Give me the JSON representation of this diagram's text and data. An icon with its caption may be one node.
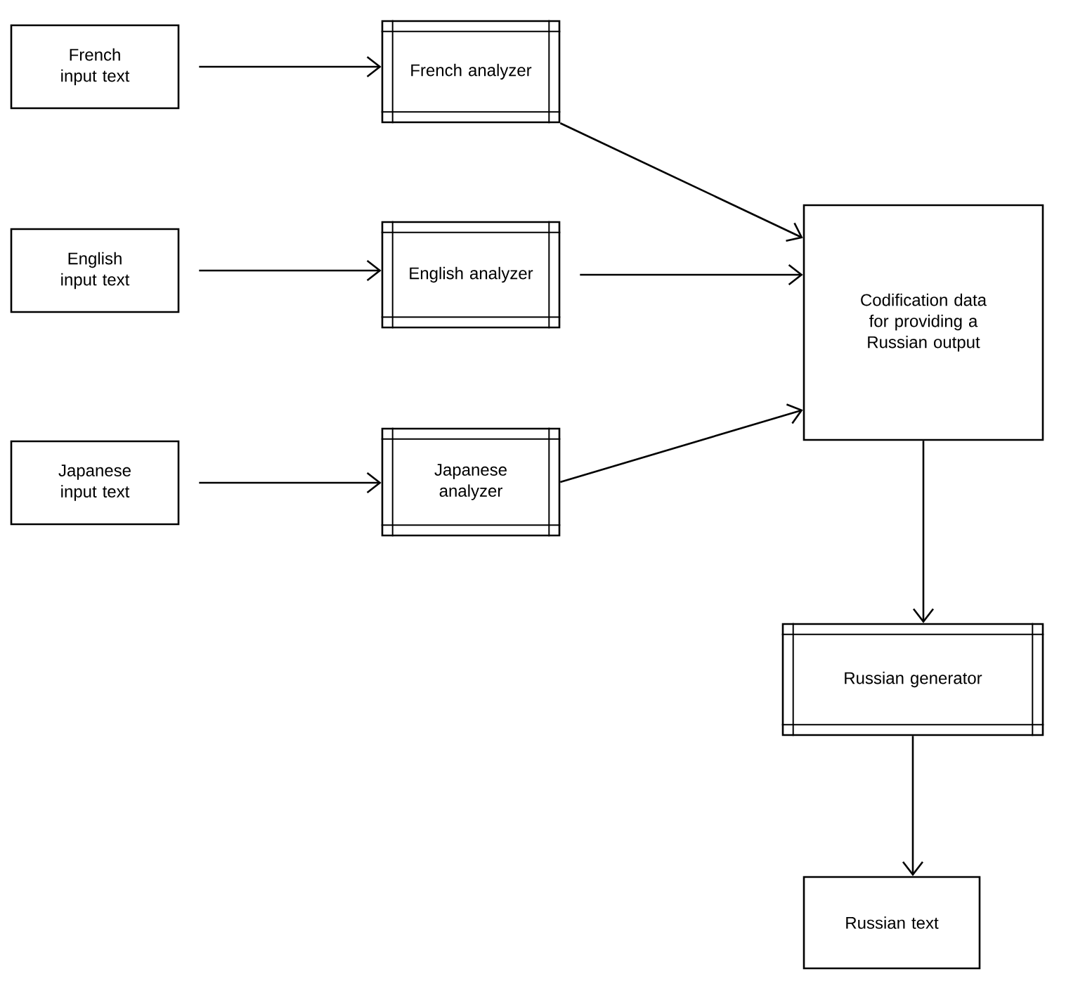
{
  "diagram": {
    "nodes": [
      {
        "text": [
          "French input text"
        ]
      },
      {
        "text": [
          "English input text"
        ]
      },
      {
        "text": [
          "Japanese input text"
        ]
      },
      {
        "text": [
          "French analyzer"
        ]
      },
      {
        "text": [
          "English analyzer"
        ]
      },
      {
        "text": [
          "Japanese analyzer"
        ]
      },
      {
        "text": [
          "Codification data for providing a Russian output"
        ]
      },
      {
        "text": [
          "Russian generator"
        ]
      },
      {
        "text": [
          "Russian text"
        ]
      }
    ],
    "edges": [
      {
        "from": 0,
        "to": 3,
        "arrow": "to"
      },
      {
        "from": 1,
        "to": 4,
        "arrow": "to"
      },
      {
        "from": 2,
        "to": 5,
        "arrow": "to"
      },
      {
        "from": 3,
        "to": 6,
        "arrow": "to"
      },
      {
        "from": 4,
        "to": 6,
        "arrow": "to"
      },
      {
        "from": 5,
        "to": 6,
        "arrow": "to"
      },
      {
        "from": 6,
        "to": 7,
        "arrow": "to"
      },
      {
        "from": 7,
        "to": 8,
        "arrow": "to"
      }
    ]
  }
}
